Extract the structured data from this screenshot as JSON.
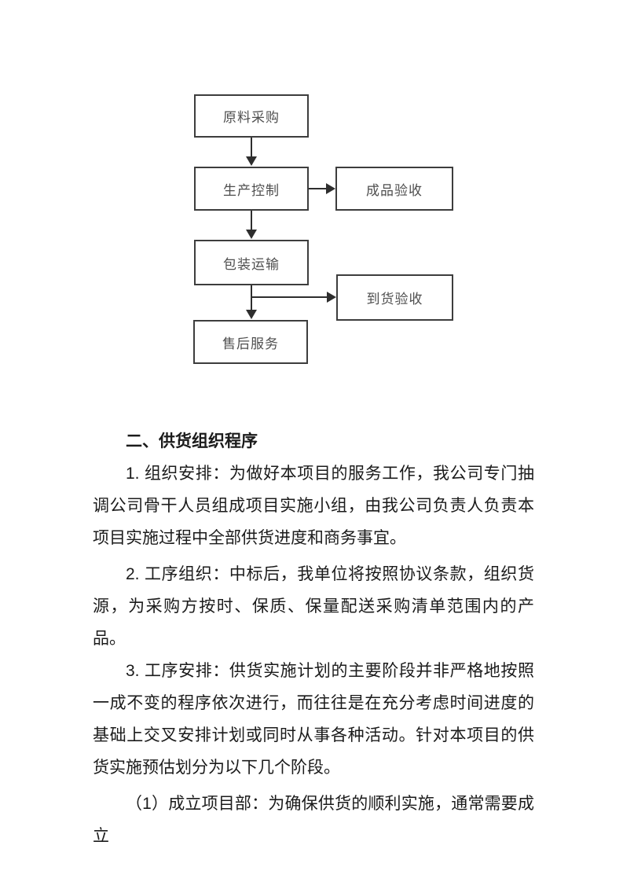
{
  "page": {
    "background": "#ffffff"
  },
  "flowchart": {
    "border_color": "#3d3d3d",
    "line_color": "#2e2e2e",
    "label_color": "#4e4e4e",
    "boxes": [
      {
        "id": "raw-material-purchase",
        "label": "原料采购"
      },
      {
        "id": "production-control",
        "label": "生产控制"
      },
      {
        "id": "finished-product-acceptance",
        "label": "成品验收"
      },
      {
        "id": "packaging-transport",
        "label": "包装运输"
      },
      {
        "id": "arrival-acceptance",
        "label": "到货验收"
      },
      {
        "id": "after-sales-service",
        "label": "售后服务"
      }
    ],
    "flows": [
      "原料采购 → 生产控制",
      "生产控制 → 成品验收",
      "生产控制 → 包装运输",
      "包装运输 → 到货验收",
      "包装运输 → 售后服务"
    ]
  },
  "document": {
    "heading": "二、供货组织程序",
    "paragraphs": [
      "1. 组织安排：为做好本项目的服务工作，我公司专门抽调公司骨干人员组成项目实施小组，由我公司负责人负责本项目实施过程中全部供货进度和商务事宜。",
      "2. 工序组织：中标后，我单位将按照协议条款，组织货源，为采购方按时、保质、保量配送采购清单范围内的产品。",
      "3. 工序安排：供货实施计划的主要阶段并非严格地按照一成不变的程序依次进行，而往往是在充分考虑时间进度的基础上交叉安排计划或同时从事各种活动。针对本项目的供货实施预估划分为以下几个阶段。",
      "（1）成立项目部：为确保供货的顺利实施，通常需要成立"
    ]
  }
}
